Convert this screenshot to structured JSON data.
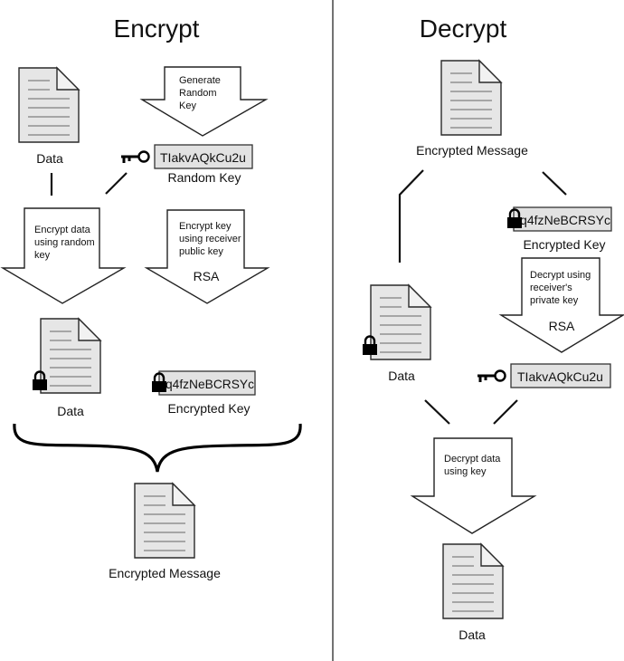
{
  "encrypt": {
    "title": "Encrypt",
    "data_label": "Data",
    "generate_arrow": [
      "Generate",
      "Random",
      "Key"
    ],
    "random_key_value": "TIakvAQkCu2u",
    "random_key_label": "Random Key",
    "encrypt_data_arrow": [
      "Encrypt data",
      "using random",
      "key"
    ],
    "encrypt_key_arrow": [
      "Encrypt key",
      "using receiver",
      "public key"
    ],
    "encrypt_key_algo": "RSA",
    "encrypted_data_label": "Data",
    "encrypted_key_value": "q4fzNeBCRSYc",
    "encrypted_key_label": "Encrypted Key",
    "encrypted_message_label": "Encrypted Message"
  },
  "decrypt": {
    "title": "Decrypt",
    "encrypted_message_label": "Encrypted Message",
    "encrypted_key_value": "q4fzNeBCRSYc",
    "encrypted_key_label": "Encrypted Key",
    "decrypt_key_arrow": [
      "Decrypt using",
      "receiver's",
      "private key"
    ],
    "decrypt_key_algo": "RSA",
    "random_key_value": "TIakvAQkCu2u",
    "encrypted_data_label": "Data",
    "decrypt_data_arrow": [
      "Decrypt data",
      "using key"
    ],
    "output_label": "Data"
  }
}
